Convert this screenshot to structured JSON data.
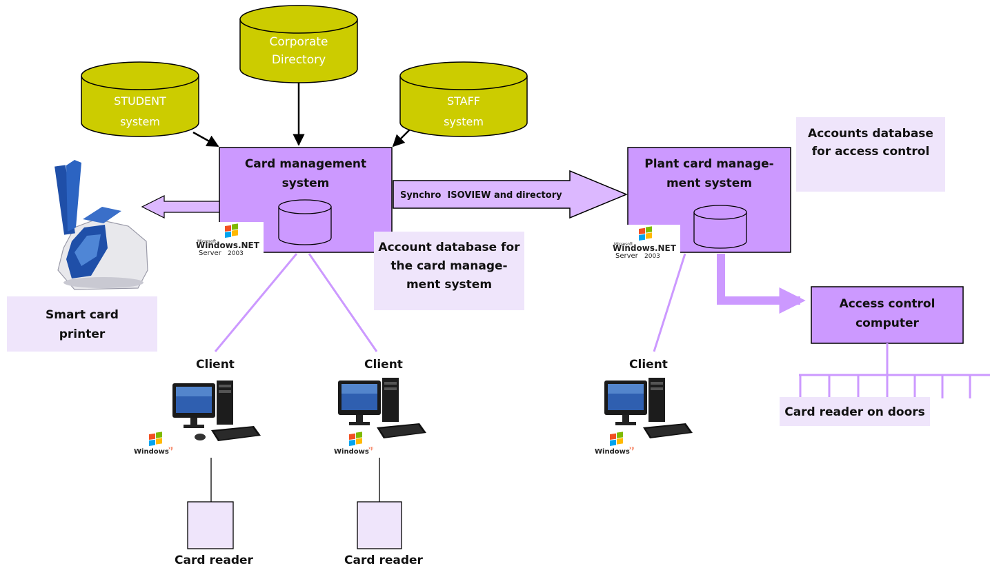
{
  "databases": {
    "corporate": {
      "line1": "Corporate",
      "line2": "Directory"
    },
    "student": {
      "line1": "STUDENT",
      "line2": "system"
    },
    "staff": {
      "line1": "STAFF",
      "line2": "system"
    }
  },
  "card_mgmt": {
    "line1": "Card management",
    "line2": "system"
  },
  "plant_mgmt": {
    "line1": "Plant card manage-",
    "line2": "ment system"
  },
  "sync_arrow_label": "Synchro  ISOVIEW and directory",
  "account_db_note": {
    "line1": "Account database for",
    "line2": "the card manage-",
    "line3": "ment system"
  },
  "accounts_db_note": {
    "line1": "Accounts database",
    "line2": "for access control"
  },
  "printer_label": {
    "line1": "Smart card",
    "line2": "printer"
  },
  "access_control": {
    "line1": "Access control",
    "line2": "computer"
  },
  "door_readers_label": "Card reader on doors",
  "server_badge": {
    "small": "Microsoft",
    "line1": "Windows.NET",
    "line2": "Server",
    "year": "2003"
  },
  "client_badge": {
    "line1": "Windows",
    "sup": "xp"
  },
  "clients": [
    {
      "label": "Client"
    },
    {
      "label": "Client"
    },
    {
      "label": "Client"
    }
  ],
  "card_readers": [
    {
      "label": "Card reader"
    },
    {
      "label": "Card reader"
    }
  ],
  "colors": {
    "db_fill": "#cccc00",
    "box_fill": "#cc99ff",
    "note_fill": "#efe5fb",
    "connector": "#cc99ff",
    "arrow_fill": "#dcb8ff"
  }
}
